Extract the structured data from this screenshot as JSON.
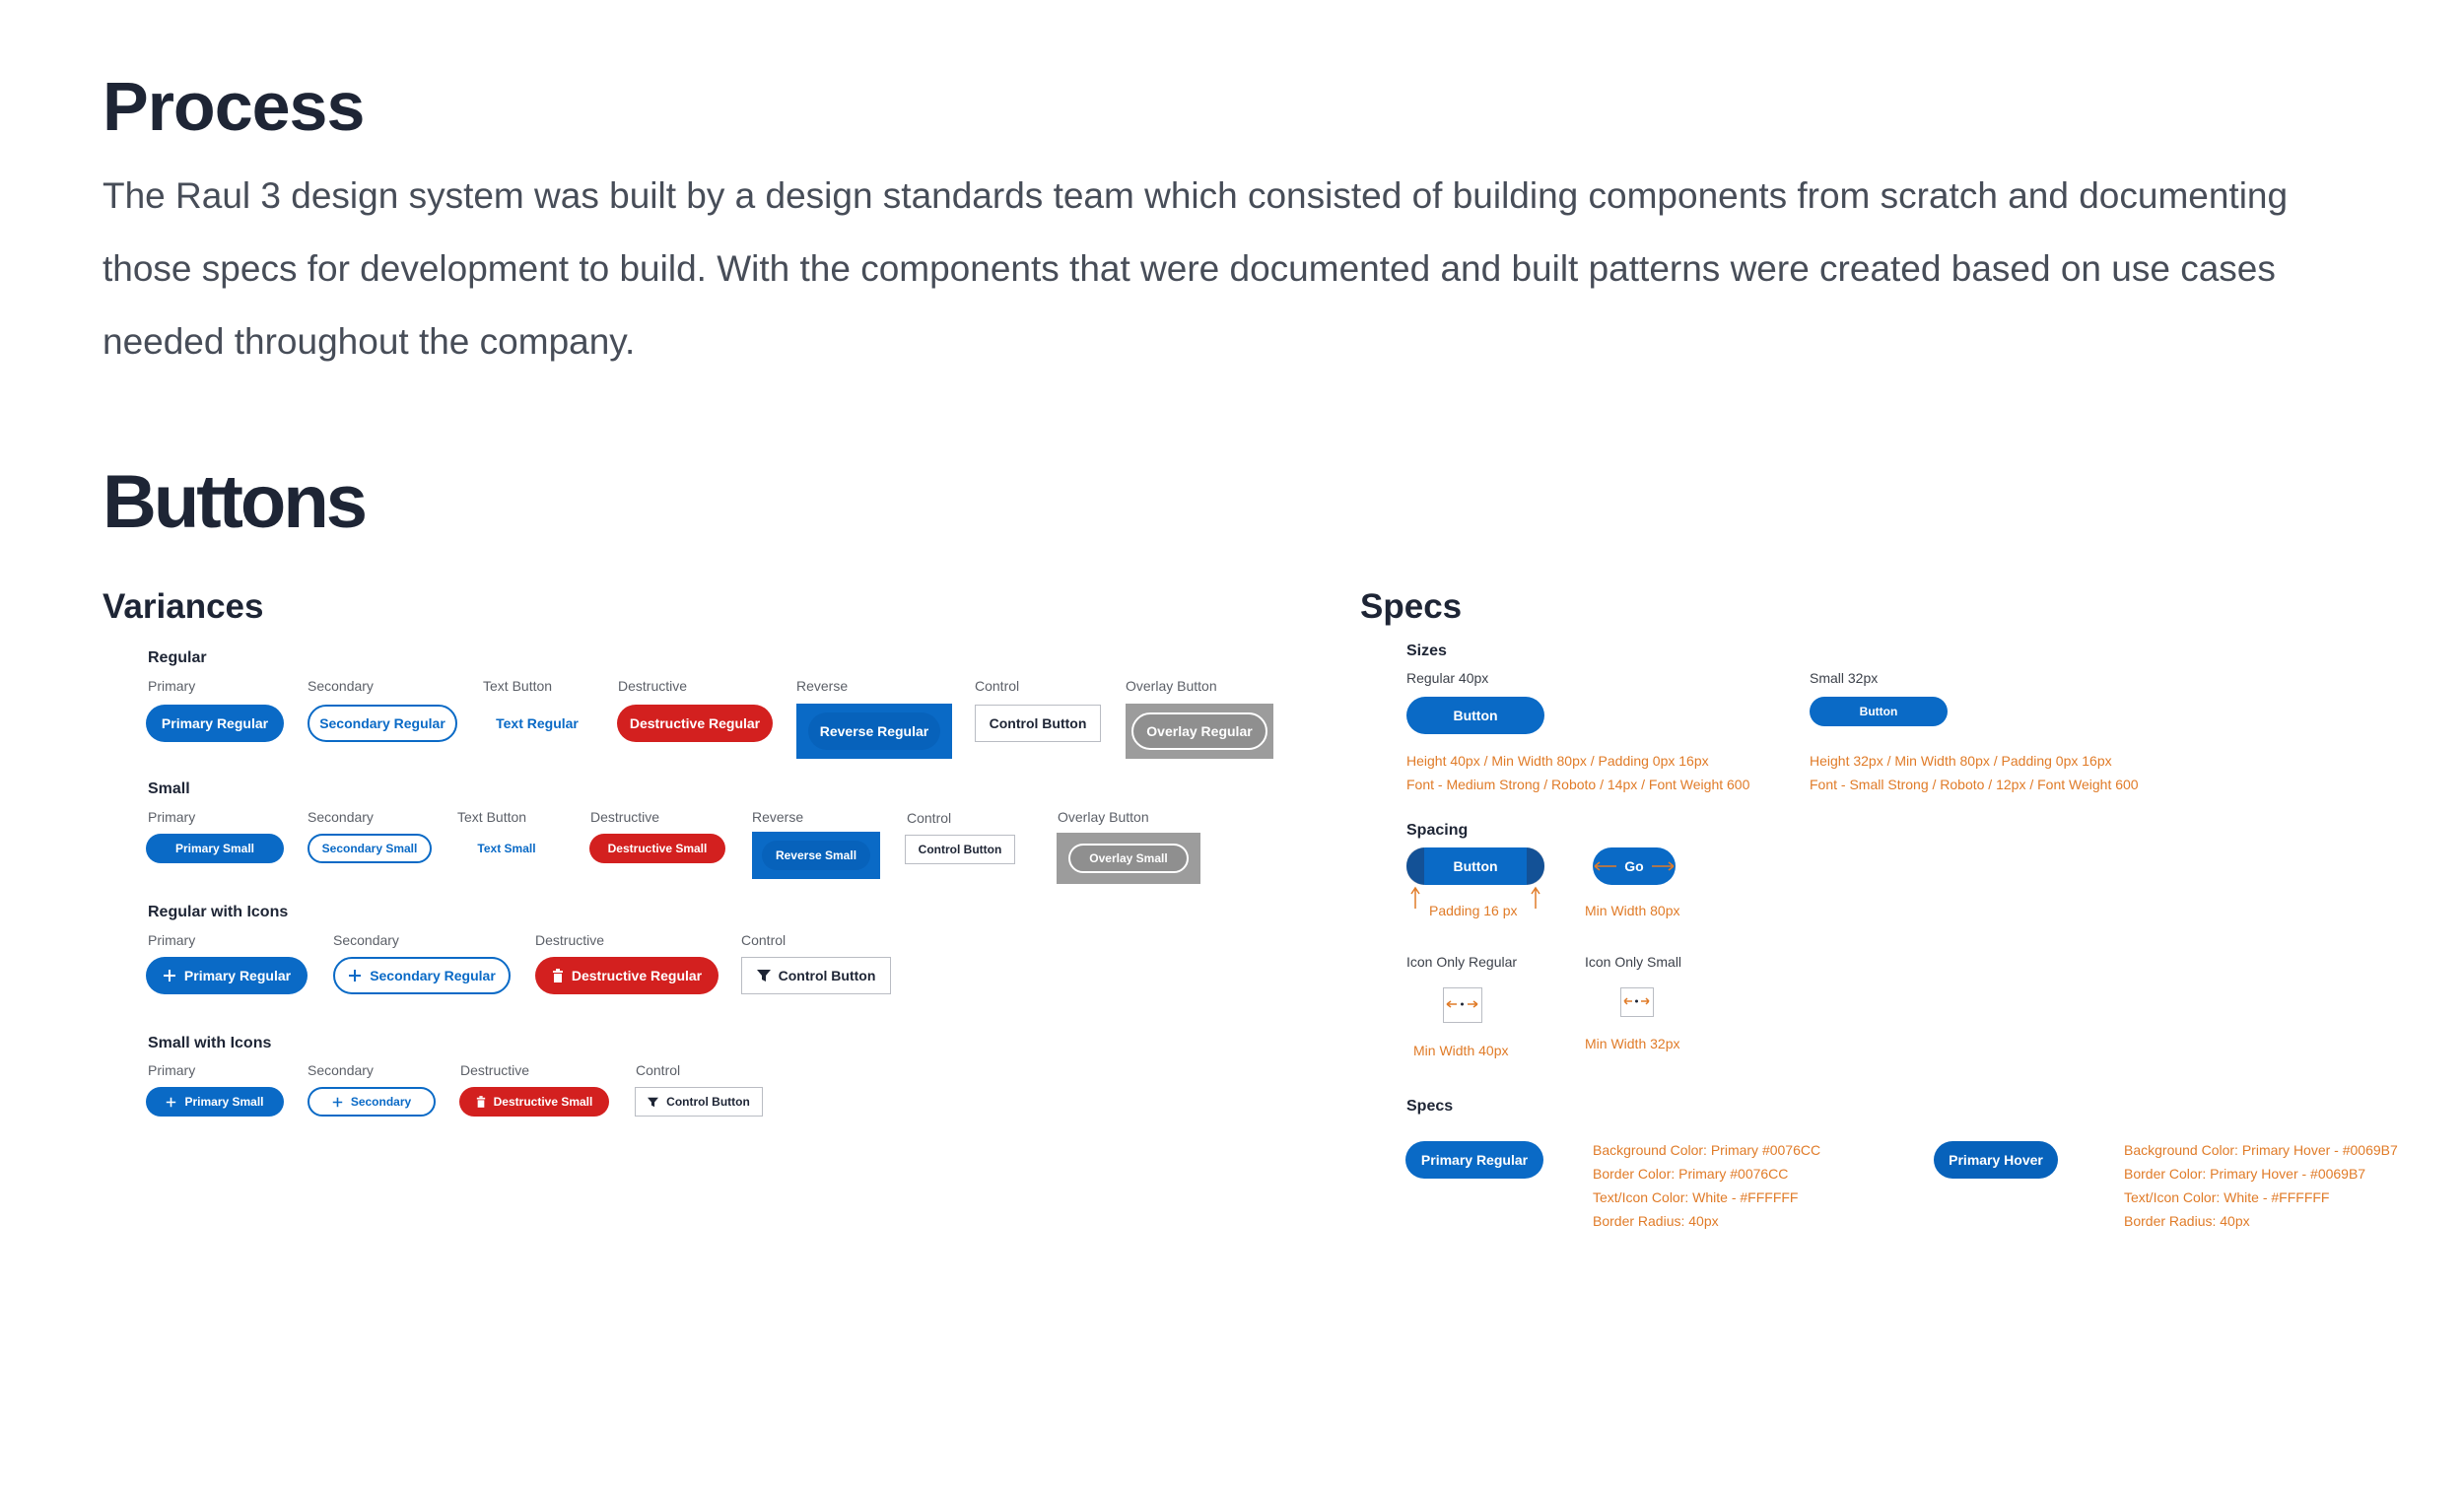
{
  "process": {
    "title": "Process",
    "line1": "The Raul 3 design system was built by a design standards team which consisted of building components from scratch and documenting",
    "line2": "those specs for development to build. With the components that were documented and built patterns were created based on use cases",
    "line3": "needed throughout the company."
  },
  "buttons_title": "Buttons",
  "variances": {
    "title": "Variances",
    "regular": {
      "title": "Regular",
      "labels": [
        "Primary",
        "Secondary",
        "Text Button",
        "Destructive",
        "Reverse",
        "Control",
        "Overlay Button"
      ],
      "buttons": [
        "Primary Regular",
        "Secondary Regular",
        "Text Regular",
        "Destructive Regular",
        "Reverse Regular",
        "Control Button",
        "Overlay Regular"
      ]
    },
    "small": {
      "title": "Small",
      "labels": [
        "Primary",
        "Secondary",
        "Text Button",
        "Destructive",
        "Reverse",
        "Control",
        "Overlay Button"
      ],
      "buttons": [
        "Primary Small",
        "Secondary Small",
        "Text Small",
        "Destructive Small",
        "Reverse Small",
        "Control Button",
        "Overlay Small"
      ]
    },
    "regular_icons": {
      "title": "Regular with Icons",
      "labels": [
        "Primary",
        "Secondary",
        "Destructive",
        "Control"
      ],
      "buttons": [
        "Primary Regular",
        "Secondary Regular",
        "Destructive Regular",
        "Control Button"
      ]
    },
    "small_icons": {
      "title": "Small with Icons",
      "labels": [
        "Primary",
        "Secondary",
        "Destructive",
        "Control"
      ],
      "buttons": [
        "Primary Small",
        "Secondary",
        "Destructive Small",
        "Control Button"
      ]
    }
  },
  "specs": {
    "title": "Specs",
    "sizes": {
      "title": "Sizes",
      "regular_label": "Regular 40px",
      "regular_button": "Button",
      "regular_line1": "Height 40px / Min Width 80px / Padding 0px 16px",
      "regular_line2": "Font - Medium Strong / Roboto / 14px / Font Weight 600",
      "small_label": "Small 32px",
      "small_button": "Button",
      "small_line1": "Height 32px / Min Width 80px / Padding 0px 16px",
      "small_line2": "Font - Small Strong / Roboto / 12px / Font Weight 600"
    },
    "spacing": {
      "title": "Spacing",
      "button": "Button",
      "padding_label": "Padding 16 px",
      "go_button": "Go",
      "min_width_label": "Min Width 80px",
      "icon_regular_label": "Icon Only Regular",
      "icon_regular_min": "Min Width 40px",
      "icon_small_label": "Icon Only Small",
      "icon_small_min": "Min Width 32px"
    },
    "colors": {
      "title": "Specs",
      "regular_button": "Primary Regular",
      "regular_lines": [
        "Background Color: Primary #0076CC",
        "Border Color: Primary #0076CC",
        "Text/Icon Color: White - #FFFFFF",
        "Border Radius: 40px"
      ],
      "hover_button": "Primary Hover",
      "hover_lines": [
        "Background Color: Primary Hover - #0069B7",
        "Border Color: Primary Hover - #0069B7",
        "Text/Icon Color: White - #FFFFFF",
        "Border Radius: 40px"
      ]
    }
  },
  "colors": {
    "primary": "#0a6ac6",
    "destructive": "#d3201f",
    "spec_text": "#e07b28",
    "heading": "#1e2535"
  }
}
